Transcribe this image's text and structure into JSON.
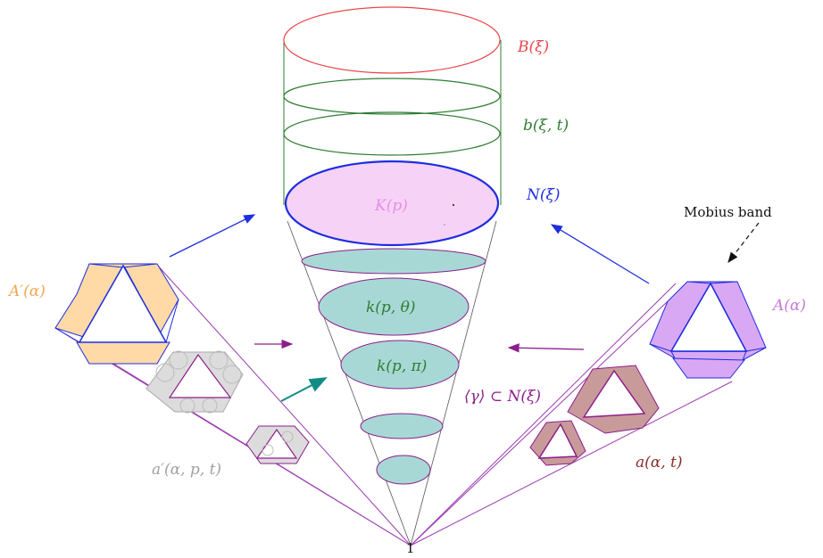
{
  "labels": {
    "B": "B(ξ)",
    "b": "b(ξ, t)",
    "N": "N(ξ)",
    "K": "K(p)",
    "k_theta": "k(p, θ)",
    "k_pi": "k(p, π)",
    "gamma": "⟨γ⟩ ⊂ N(ξ)",
    "A_prime": "A′(α)",
    "A": "A(α)",
    "a_prime": "a′(α, p, t)",
    "a": "a(α, t)",
    "mobius": "Mobius band",
    "apex": "1"
  },
  "colors": {
    "red": "#e8484a",
    "green": "#2e7d32",
    "blue": "#1f2de0",
    "pink_fill": "#f6d3f6",
    "teal_fill": "#a8d8d6",
    "purple": "#8b1e8b",
    "orange_fill": "#ffd9a6",
    "lavender_fill": "#d9a8f5",
    "brown_fill": "#c99a9a",
    "gray_fill": "#dcdcdc",
    "teal_arrow": "#138b85"
  }
}
